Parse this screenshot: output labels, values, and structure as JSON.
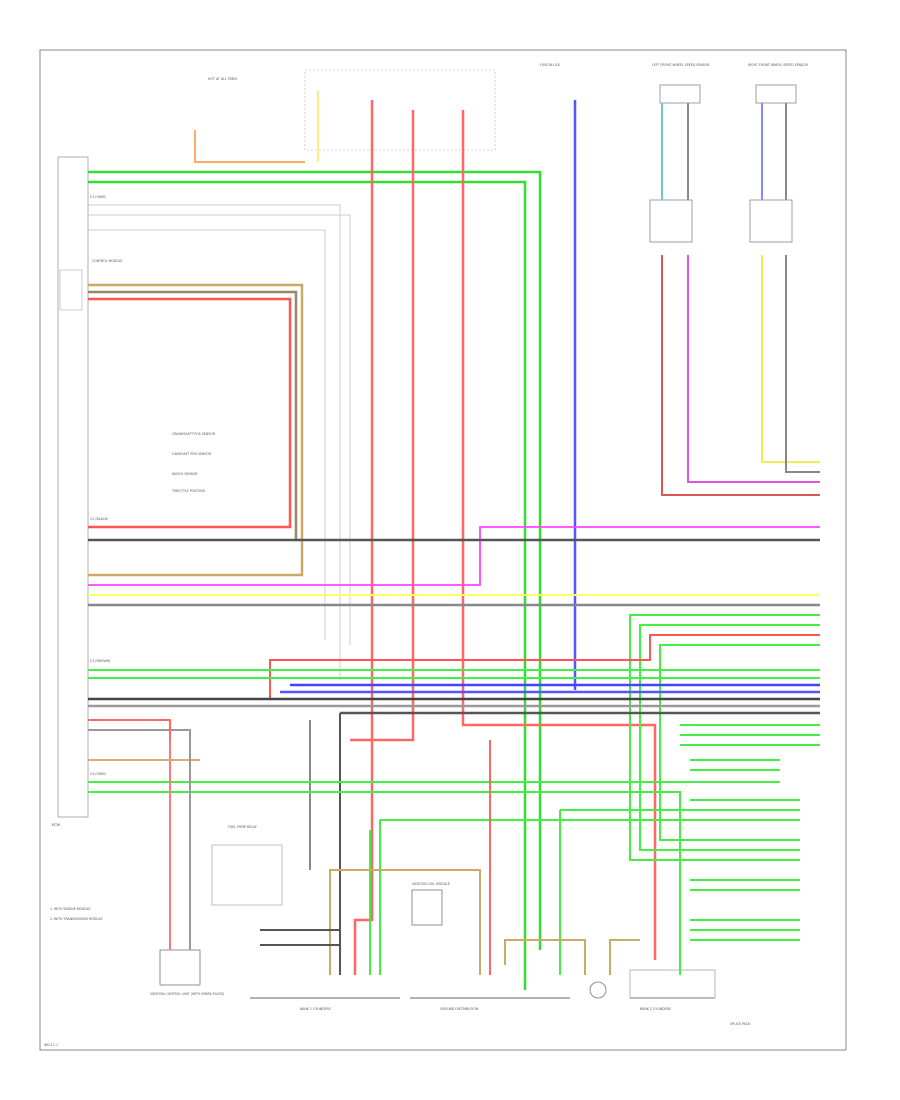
{
  "components": {
    "ecm_connector_top": "CONTROL MODULE",
    "ecm_main": "ECM",
    "left_front_sensor": "LEFT FRONT WHEEL SPEED SENSOR",
    "right_front_sensor": "RIGHT FRONT WHEEL SPEED SENSOR",
    "hot_at_all_times_fuse": "HOT AT ALL TIMES",
    "fuse_block": "FUSE BLOCK",
    "cylinder_bank1": "BANK 1 CYLINDERS",
    "cylinder_bank2": "BANK 2 CYLINDERS",
    "ign_coil_module": "IGNITION COIL MODULE",
    "ignition_control_unit": "IGNITION CONTROL UNIT (WITH SPARK PLUGS)",
    "fuel_pump_relay": "FUEL PUMP RELAY",
    "ground_dist": "GROUND DISTRIBUTION",
    "splice_pack": "SPLICE PACK"
  },
  "notes": {
    "note_1": "1. WITH ENGINE MODULE",
    "note_2": "2. WITH TRANSMISSION MODULE"
  },
  "connector_labels": {
    "c1": "C1 (GRAY)",
    "c2": "C2 (BLACK)",
    "c3": "C3 (BROWN)",
    "c4": "C4 (GRAY)"
  },
  "signal_labels": {
    "s1": "CRANKSHAFT POS SENSOR",
    "s2": "CAMSHAFT POS SENSOR",
    "s3": "KNOCK SENSOR",
    "s4": "THROTTLE POSITION"
  },
  "footer": {
    "page_code": "WD-17-1"
  },
  "colors": {
    "green": "#33dd33",
    "red": "#ff5555",
    "blue": "#4444ff",
    "magenta": "#ff44ff",
    "yellow": "#ffff66",
    "tan": "#ccaa66",
    "gray": "#777777",
    "black": "#333333"
  }
}
